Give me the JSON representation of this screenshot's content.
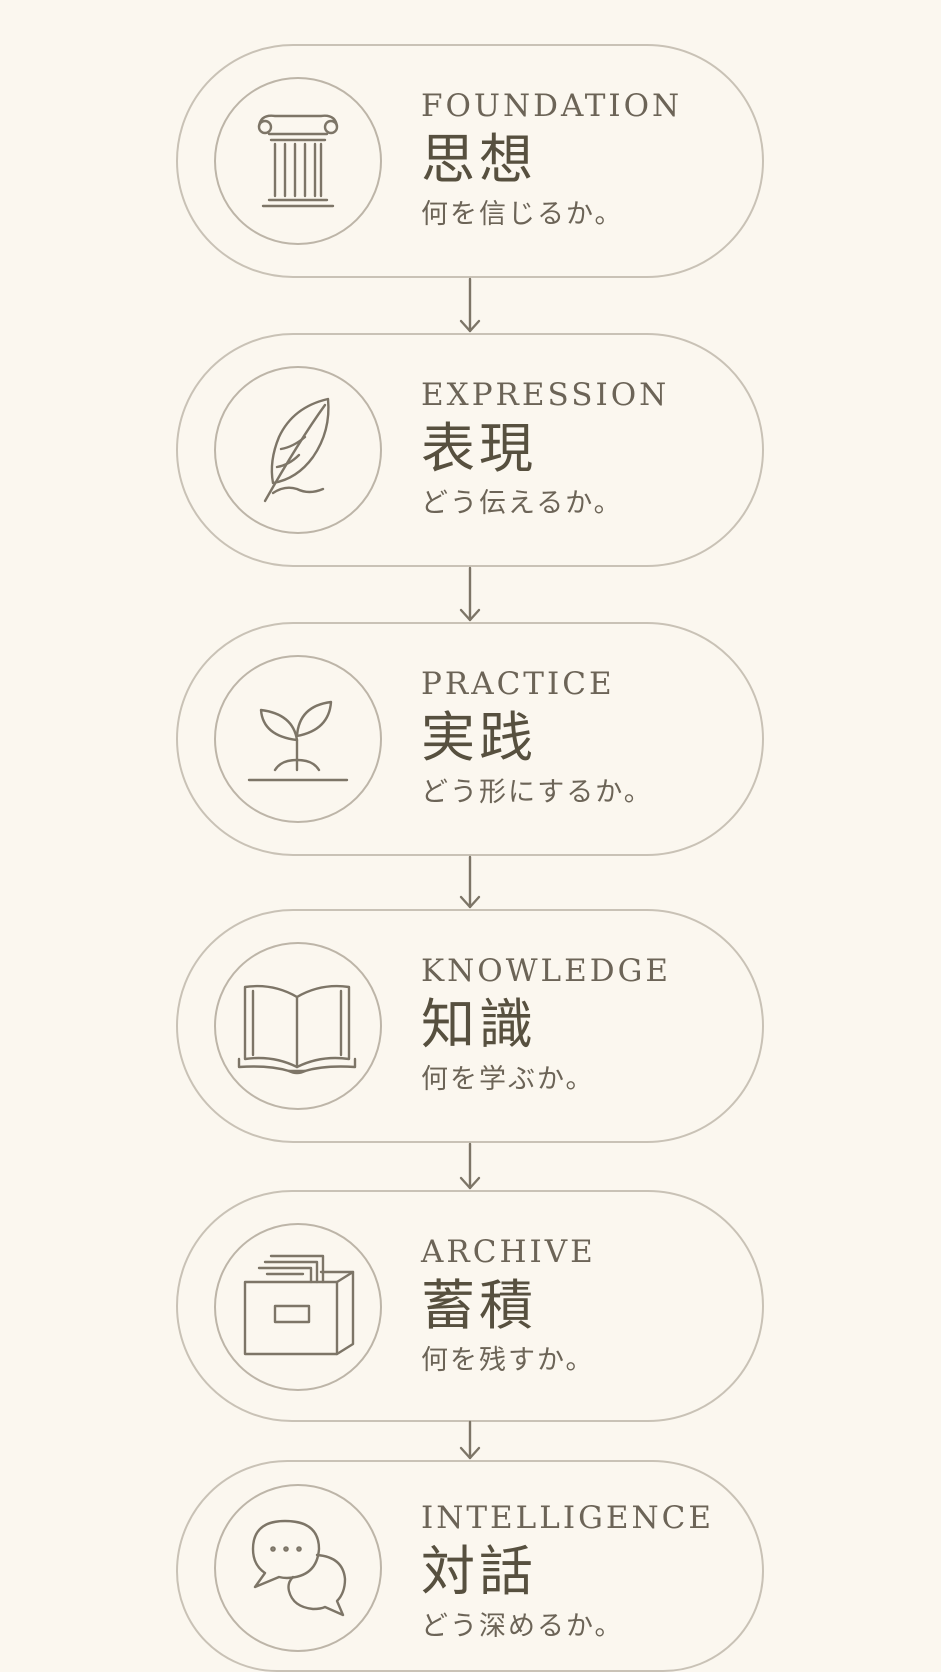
{
  "steps": [
    {
      "eyebrow": "FOUNDATION",
      "title": "思想",
      "subtitle": "何を信じるか。",
      "icon": "column-icon"
    },
    {
      "eyebrow": "EXPRESSION",
      "title": "表現",
      "subtitle": "どう伝えるか。",
      "icon": "quill-icon"
    },
    {
      "eyebrow": "PRACTICE",
      "title": "実践",
      "subtitle": "どう形にするか。",
      "icon": "sprout-icon"
    },
    {
      "eyebrow": "KNOWLEDGE",
      "title": "知識",
      "subtitle": "何を学ぶか。",
      "icon": "book-icon"
    },
    {
      "eyebrow": "ARCHIVE",
      "title": "蓄積",
      "subtitle": "何を残すか。",
      "icon": "archive-box-icon"
    },
    {
      "eyebrow": "INTELLIGENCE",
      "title": "対話",
      "subtitle": "どう深めるか。",
      "icon": "speech-bubbles-icon"
    }
  ],
  "colors": {
    "background": "#fbf7ef",
    "border": "#c9c2b6",
    "text": "#57503f",
    "icon_stroke": "#7d7567"
  }
}
